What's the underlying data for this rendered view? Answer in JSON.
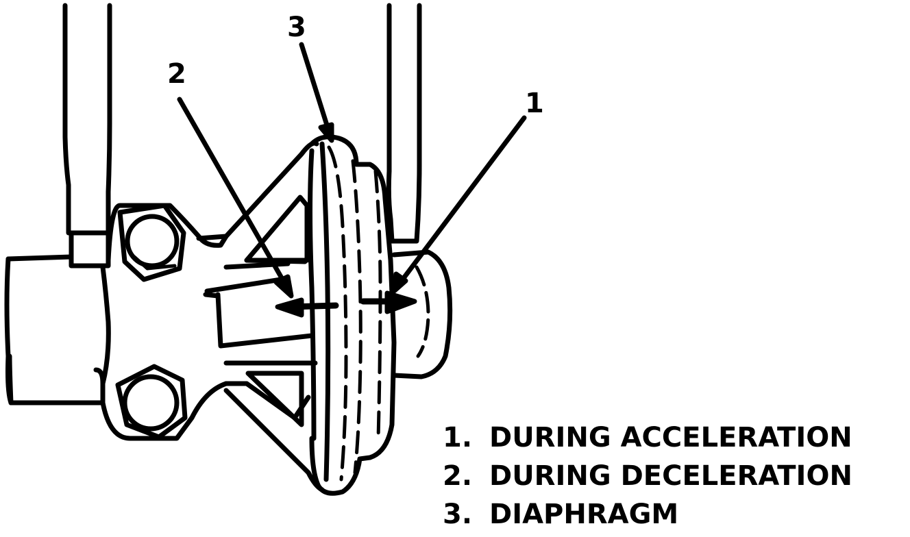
{
  "callouts": {
    "c1": "1",
    "c2": "2",
    "c3": "3"
  },
  "legend": [
    {
      "num": "1.",
      "text": "DURING ACCELERATION"
    },
    {
      "num": "2.",
      "text": "DURING DECELERATION"
    },
    {
      "num": "3.",
      "text": "DIAPHRAGM"
    }
  ],
  "colors": {
    "ink": "#000000",
    "paper": "#ffffff"
  }
}
